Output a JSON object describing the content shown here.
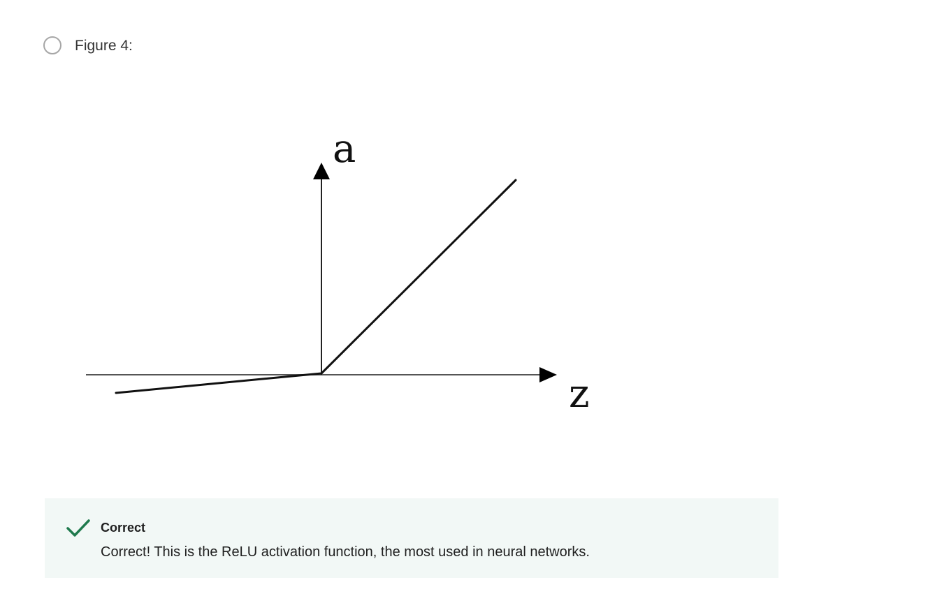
{
  "option": {
    "label": "Figure 4:",
    "selected": false
  },
  "figure": {
    "y_axis_label": "a",
    "x_axis_label": "z"
  },
  "feedback": {
    "status": "Correct",
    "message": "Correct! This is the ReLU activation function, the most used in neural networks.",
    "accent_color": "#1f7a4d",
    "background_color": "#f2f8f6",
    "icon": "check-icon"
  }
}
